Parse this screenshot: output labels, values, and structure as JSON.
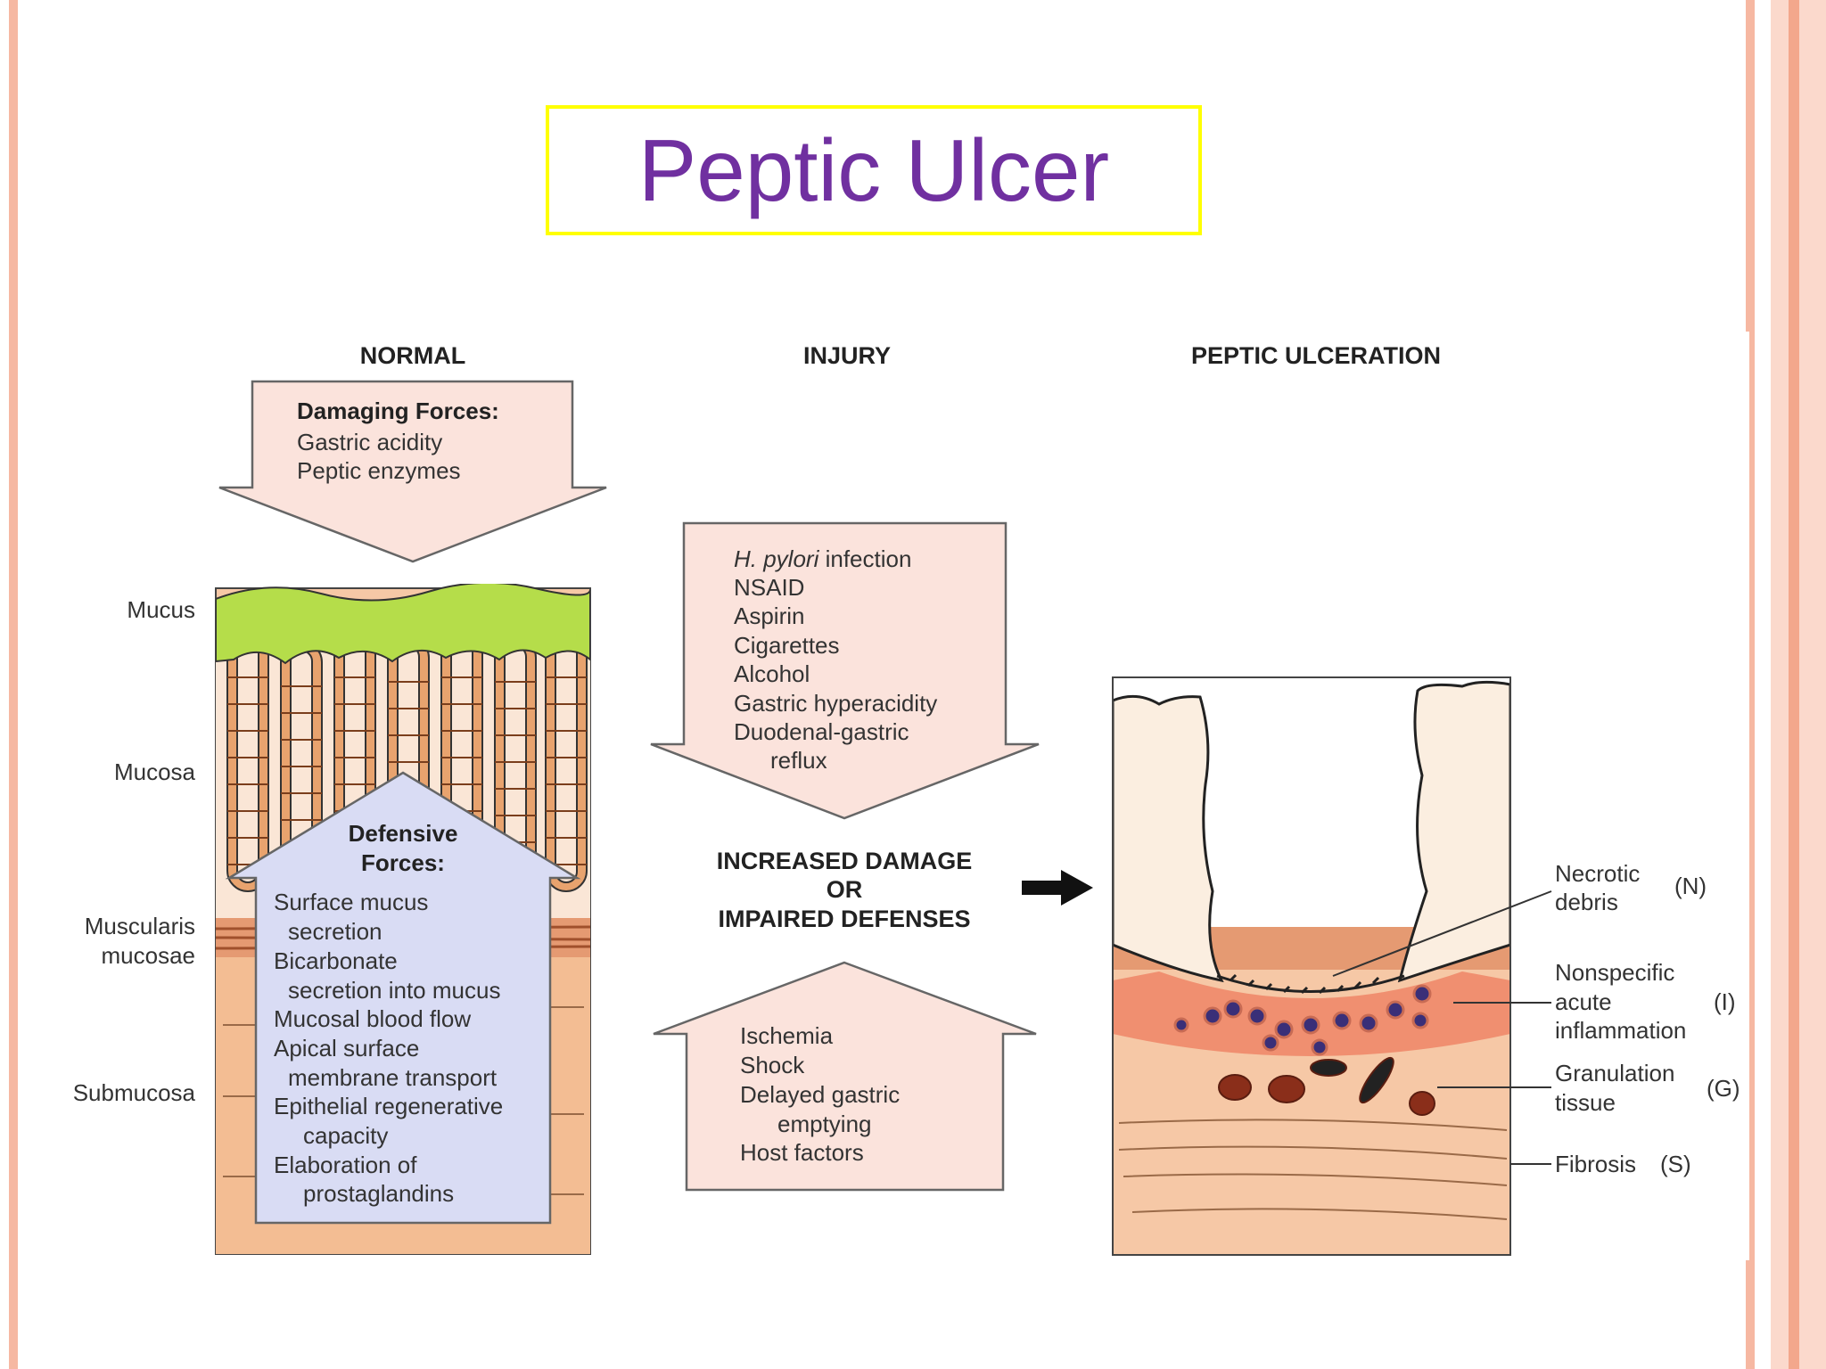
{
  "slide": {
    "title": "Peptic Ulcer",
    "colors": {
      "title": "#7030a0",
      "title_border": "#ffff00",
      "frame": "#f6b8a2"
    }
  },
  "diagram": {
    "columns": {
      "normal": "NORMAL",
      "injury": "INJURY",
      "ulceration": "PEPTIC ULCERATION"
    },
    "damaging": {
      "heading": "Damaging Forces:",
      "items": [
        "Gastric acidity",
        "Peptic enzymes"
      ]
    },
    "layers": {
      "mucus": "Mucus",
      "mucosa": "Mucosa",
      "muscularis_1": "Muscularis",
      "muscularis_2": "mucosae",
      "submucosa": "Submucosa"
    },
    "defensive": {
      "heading_1": "Defensive",
      "heading_2": "Forces:",
      "lines": [
        "Surface mucus",
        "secretion",
        "Bicarbonate",
        "secretion into mucus",
        "Mucosal blood flow",
        "Apical surface",
        "membrane transport",
        "Epithelial regenerative",
        "capacity",
        "Elaboration of",
        "prostaglandins"
      ]
    },
    "injury_top": {
      "pylori_italic": "H. pylori",
      "pylori_rest": " infection",
      "lines": [
        "NSAID",
        "Aspirin",
        "Cigarettes",
        "Alcohol",
        "Gastric hyperacidity",
        "Duodenal-gastric",
        "reflux"
      ]
    },
    "middle": {
      "line_1": "INCREASED DAMAGE",
      "line_2": "OR",
      "line_3": "IMPAIRED DEFENSES"
    },
    "injury_bottom": {
      "lines": [
        "Ischemia",
        "Shock",
        "Delayed gastric",
        "emptying",
        "Host factors"
      ]
    },
    "ulcer_labels": {
      "necrotic_1": "Necrotic",
      "necrotic_2": "debris",
      "necrotic_code": "(N)",
      "inflam_1": "Nonspecific",
      "inflam_2": "acute",
      "inflam_3": "inflammation",
      "inflam_code": "(I)",
      "gran_1": "Granulation",
      "gran_2": "tissue",
      "gran_code": "(G)",
      "fibrosis": "Fibrosis",
      "fibrosis_code": "(S)"
    },
    "colors": {
      "mucus": "#b5dd4a",
      "tissue": "#f6c8a6",
      "damaging_arrow": "#fbe3dc",
      "defensive_arrow": "#d9dcf4",
      "cells": "#3a2f78",
      "muscle": "#d87a50"
    }
  }
}
